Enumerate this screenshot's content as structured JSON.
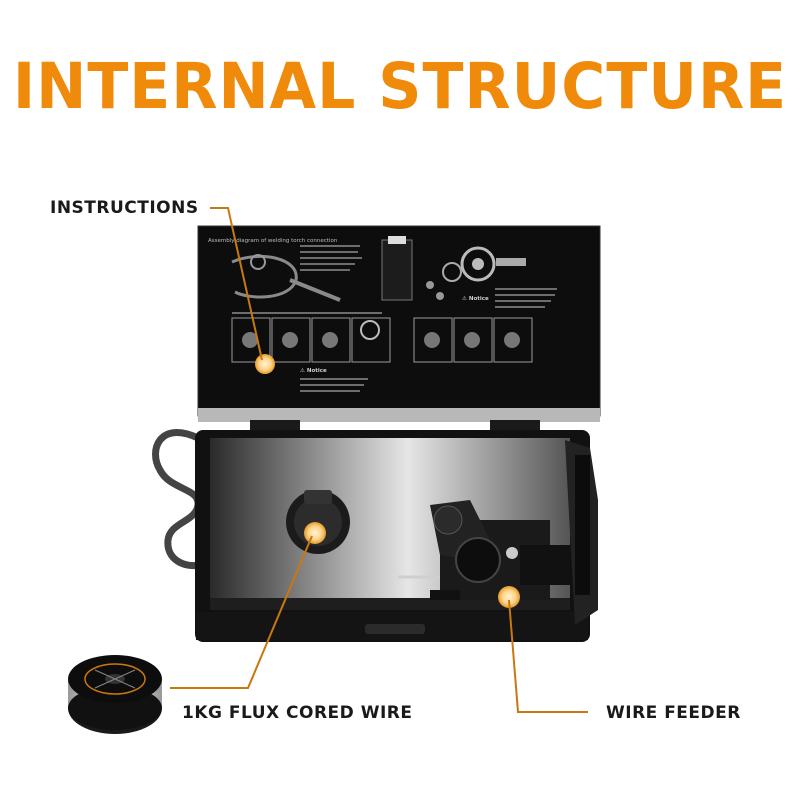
{
  "title": "INTERNAL STRUCTURE",
  "labels": {
    "instructions": "INSTRUCTIONS",
    "flux_wire": "1KG FLUX CORED WIRE",
    "wire_feeder": "WIRE FEEDER"
  },
  "panel_text": {
    "heading": "Assembly diagram of welding torch connection",
    "notice_1": "⚠ Notice",
    "notice_2": "⚠ Notice"
  },
  "colors": {
    "accent": "#f08a0a",
    "panel": "#0d0d0d",
    "body": "#111111"
  }
}
